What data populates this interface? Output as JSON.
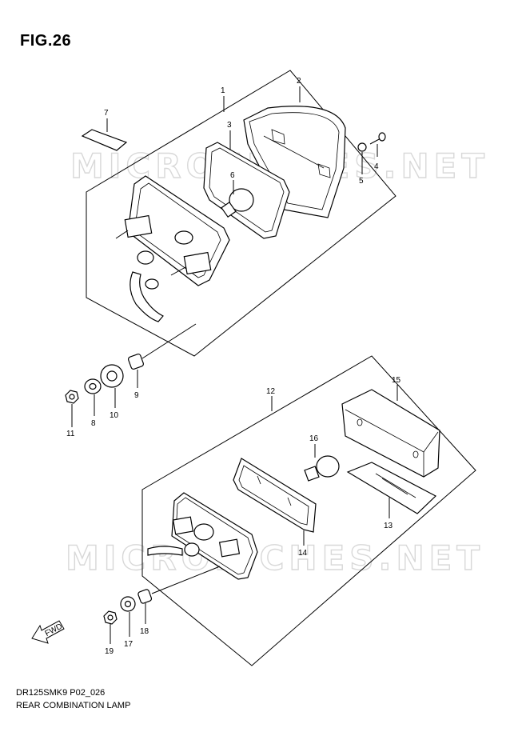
{
  "figure": {
    "title": "FIG.26"
  },
  "footer": {
    "code": "DR125SMK9 P02_026",
    "caption": "REAR COMBINATION LAMP"
  },
  "watermark": {
    "text": "MICROFICHES.NET",
    "color": "#d8d8d8"
  },
  "fwd_arrow": {
    "label": "FWD"
  },
  "callouts": {
    "c1": "1",
    "c2": "2",
    "c3": "3",
    "c4": "4",
    "c5": "5",
    "c6": "6",
    "c7": "7",
    "c8": "8",
    "c9": "9",
    "c10": "10",
    "c11": "11",
    "c12": "12",
    "c13": "13",
    "c14": "14",
    "c15": "15",
    "c16": "16",
    "c17": "17",
    "c18": "18",
    "c19": "19"
  }
}
